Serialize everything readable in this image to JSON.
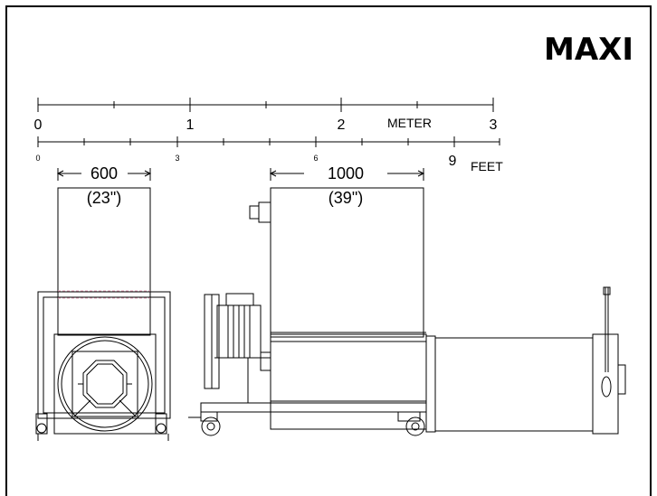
{
  "title": "MAXI",
  "meter_scale": {
    "unit_label": "METER",
    "tick_labels": [
      "0",
      "1",
      "2",
      "3"
    ]
  },
  "feet_scale": {
    "unit_label": "FEET",
    "tick_labels": [
      "0",
      "3",
      "6",
      "9"
    ]
  },
  "dimensions": {
    "front_width": "600",
    "front_width_inches": "(23\")",
    "side_width": "1000",
    "side_width_inches": "(39\")"
  }
}
